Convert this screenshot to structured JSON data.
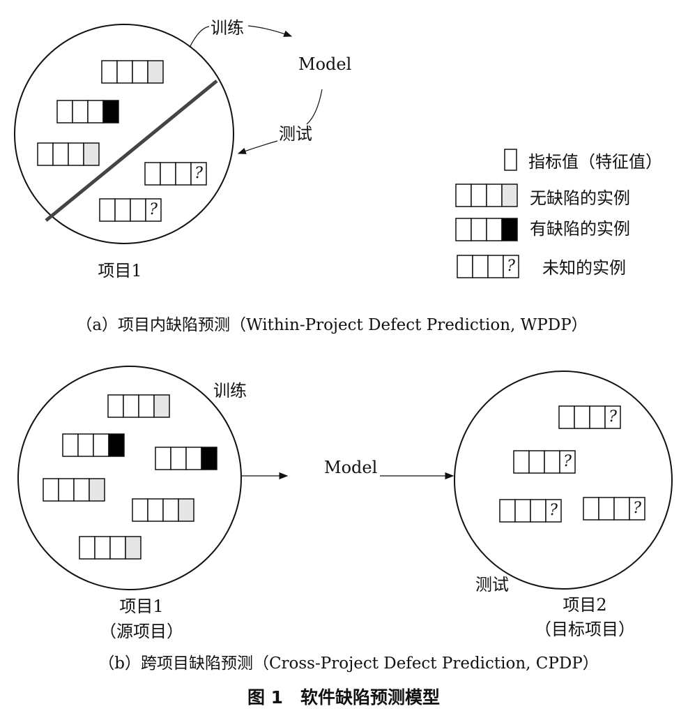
{
  "part_a": {
    "train_label": "训练",
    "test_label": "测试",
    "model_label": "Model",
    "project_label": "项目1",
    "caption": "（a）项目内缺陷预测（Within-Project Defect Prediction, WPDP）"
  },
  "legend": {
    "metric_value": "指标值（特征值）",
    "clean_instance": "无缺陷的实例",
    "defective_instance": "有缺陷的实例",
    "unknown_instance": "未知的实例"
  },
  "part_b": {
    "train_label": "训练",
    "test_label": "测试",
    "model_label": "Model",
    "source_project_label": "项目1",
    "source_project_sub": "（源项目）",
    "target_project_label": "项目2",
    "target_project_sub": "（目标项目）",
    "caption": "（b）跨项目缺陷预测（Cross-Project Defect Prediction, CPDP）"
  },
  "figure_title": "图 1　软件缺陷预测模型",
  "unknown_mark": "?",
  "colors": {
    "line": "#111111",
    "clean_fill": "#e6e6e6",
    "defect_fill": "#000000",
    "diagonal": "#444444"
  }
}
